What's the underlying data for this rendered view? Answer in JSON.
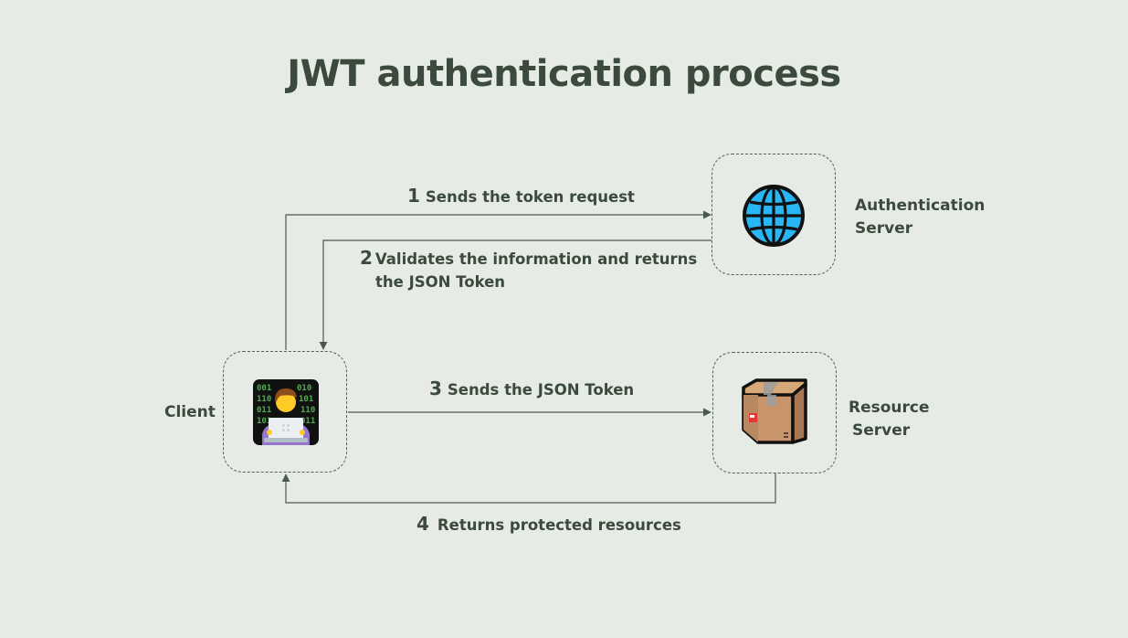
{
  "title": "JWT authentication process",
  "nodes": {
    "client": {
      "label": "Client",
      "icon": "technologist-icon"
    },
    "auth_server": {
      "label_line1": "Authentication",
      "label_line2": "Server",
      "icon": "globe-icon"
    },
    "resource_server": {
      "label_line1": "Resource",
      "label_line2": "Server",
      "icon": "package-icon"
    }
  },
  "steps": [
    {
      "num": "1",
      "text": "Sends the token request"
    },
    {
      "num": "2",
      "text": "Validates the information and returns",
      "text2": "the JSON Token"
    },
    {
      "num": "3",
      "text": "Sends the JSON Token"
    },
    {
      "num": "4",
      "text": "Returns protected resources"
    }
  ],
  "colors": {
    "background": "#e6ece5",
    "text": "#3b4a3c",
    "connector": "#4a5a4b",
    "globe": "#29b6f6"
  }
}
